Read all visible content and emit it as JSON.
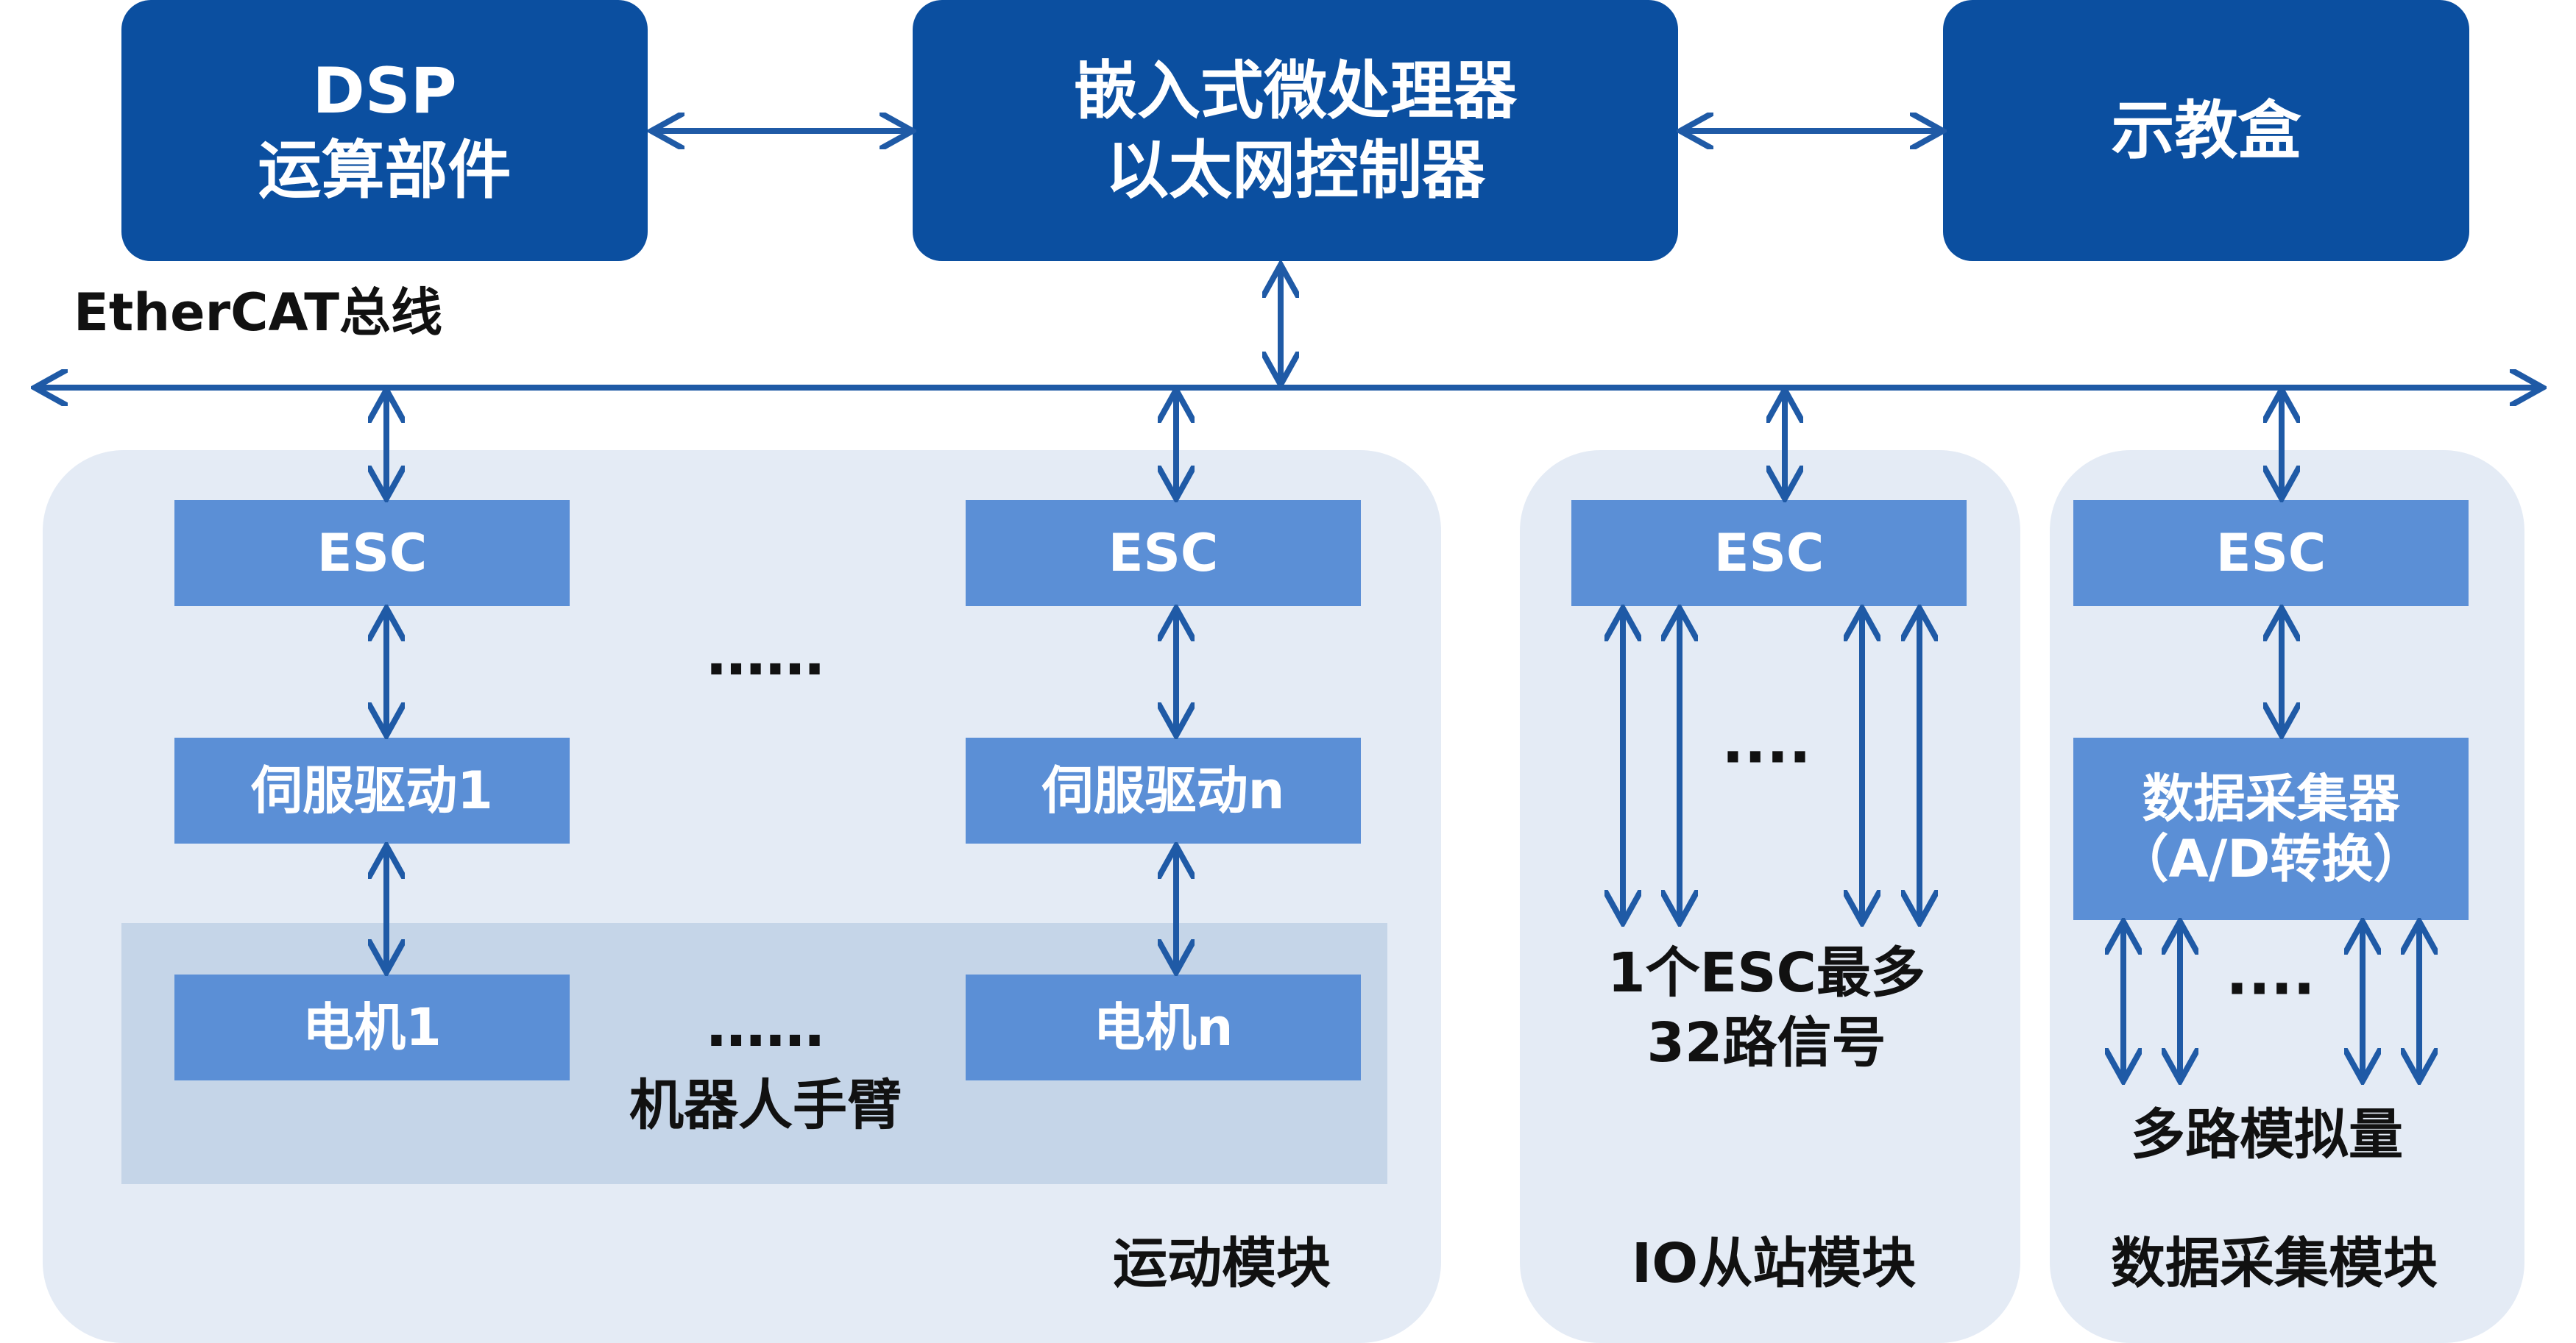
{
  "top": {
    "dsp_line1": "DSP",
    "dsp_line2": "运算部件",
    "cpu_line1": "嵌入式微处理器",
    "cpu_line2": "以太网控制器",
    "pendant": "示教盒"
  },
  "bus_label": "EtherCAT总线",
  "motion": {
    "esc_left": "ESC",
    "esc_right": "ESC",
    "servo_left": "伺服驱动1",
    "servo_right": "伺服驱动n",
    "motor_left": "电机1",
    "motor_right": "电机n",
    "ellipsis_top": "……",
    "ellipsis_bottom": "……",
    "arm_label": "机器人手臂",
    "module_label": "运动模块"
  },
  "io": {
    "esc": "ESC",
    "ellipsis": "····",
    "note_line1": "1个ESC最多",
    "note_line2": "32路信号",
    "module_label": "IO从站模块"
  },
  "daq": {
    "esc": "ESC",
    "collector_line1": "数据采集器",
    "collector_line2": "（A/D转换）",
    "ellipsis": "····",
    "note": "多路模拟量",
    "module_label": "数据采集模块"
  },
  "colors": {
    "dark_blue": "#0b4fa0",
    "mid_blue": "#5b8fd6",
    "panel": "#e4ebf5",
    "arm_bg": "#c5d5e8",
    "arrow": "#1f5aa6"
  }
}
